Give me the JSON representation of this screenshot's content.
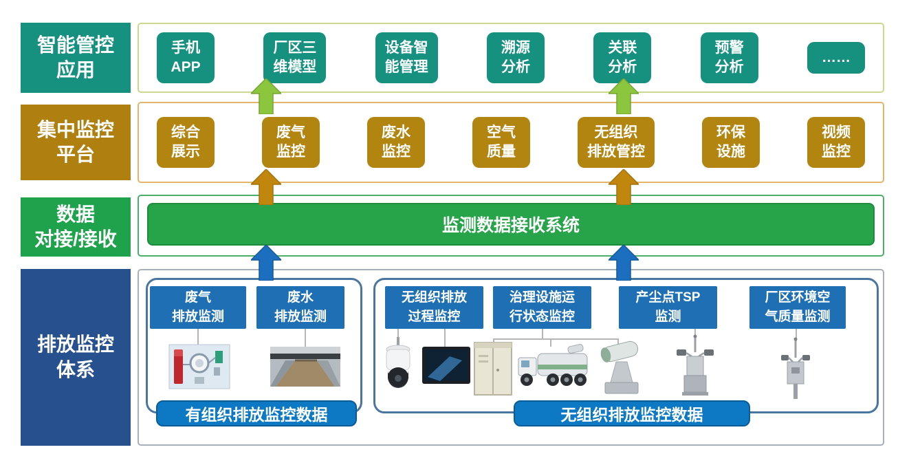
{
  "layers": {
    "app": {
      "label": "智能管控\n应用",
      "items": [
        "手机\nAPP",
        "厂区三\n维模型",
        "设备智\n能管理",
        "溯源\n分析",
        "关联\n分析",
        "预警\n分析",
        "……"
      ]
    },
    "platform": {
      "label": "集中监控\n平台",
      "items": [
        "综合\n展示",
        "废气\n监控",
        "废水\n监控",
        "空气\n质量",
        "无组织\n排放管控",
        "环保\n设施",
        "视频\n监控"
      ]
    },
    "data": {
      "label": "数据\n对接/接收",
      "bar_label": "监测数据接收系统"
    },
    "monitoring": {
      "label": "排放监控\n体系",
      "organized": {
        "headers": [
          "废气\n排放监测",
          "废水\n排放监测"
        ],
        "badge": "有组织排放监控数据",
        "images": [
          "gas-emission-monitor-image",
          "wastewater-pool-image"
        ]
      },
      "unorganized": {
        "headers": [
          "无组织排放\n过程监控",
          "治理设施运\n行状态监控",
          "产尘点TSP\n监测",
          "厂区环境空\n气质量监测"
        ],
        "badge": "无组织排放监控数据",
        "images": [
          "ptz-camera-image",
          "monitor-screen-image",
          "control-cabinet-image",
          "spray-truck-image",
          "fog-cannon-image",
          "tsp-station-image",
          "air-quality-station-image"
        ]
      }
    }
  },
  "colors": {
    "teal": "#17917F",
    "gold": "#B28410",
    "green": "#27A449",
    "navy": "#27518E",
    "header_blue": "#1E6FB4",
    "badge_blue": "#0D79C4",
    "arrow_green": "#8CC63E",
    "arrow_orange": "#C0860D",
    "arrow_blue": "#1C6FBE"
  }
}
